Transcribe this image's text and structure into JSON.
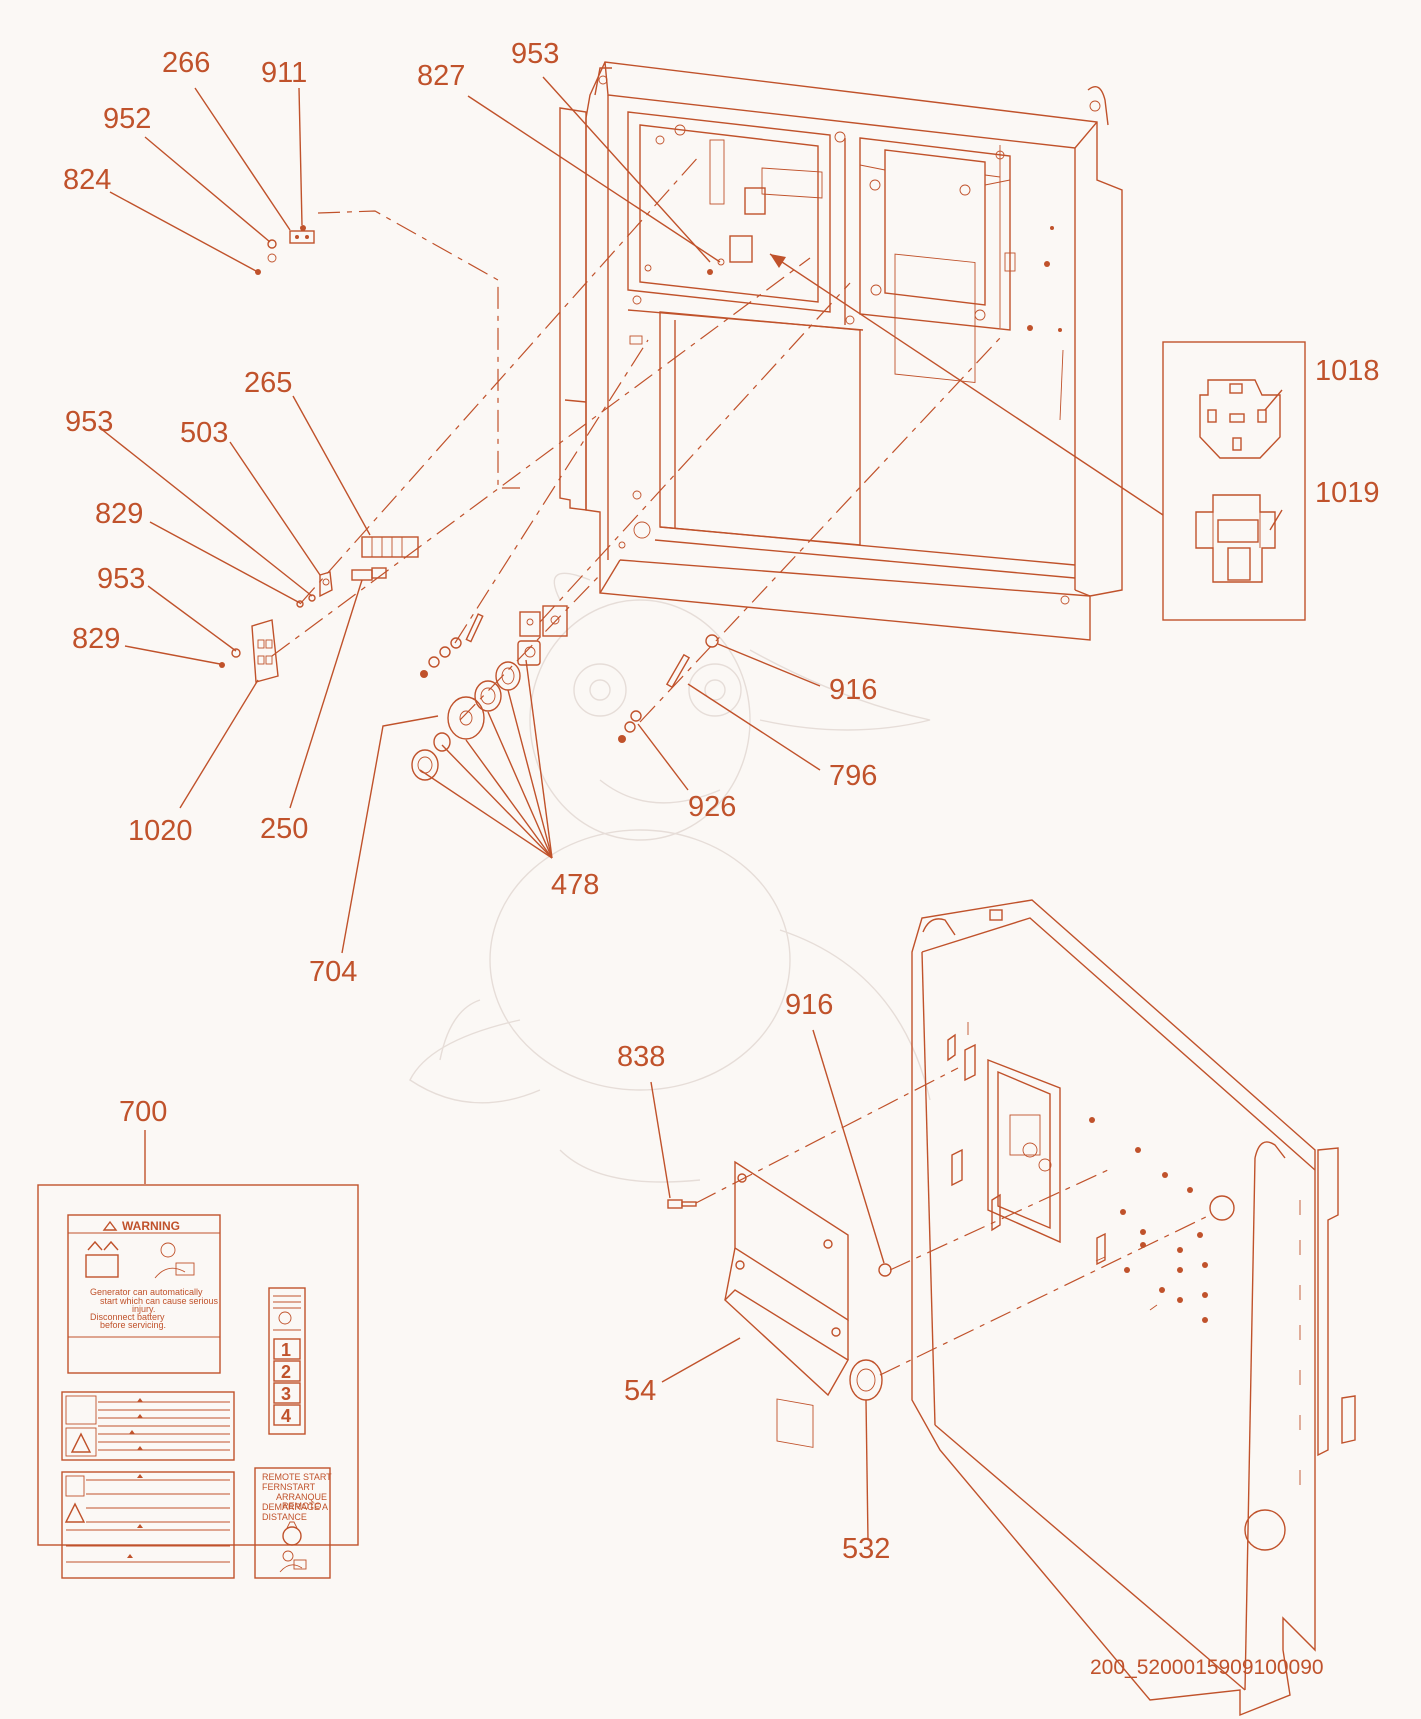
{
  "callouts": [
    {
      "id": "c266",
      "text": "266"
    },
    {
      "id": "c911",
      "text": "911"
    },
    {
      "id": "c952",
      "text": "952"
    },
    {
      "id": "c824",
      "text": "824"
    },
    {
      "id": "c827",
      "text": "827"
    },
    {
      "id": "c953a",
      "text": "953"
    },
    {
      "id": "c265",
      "text": "265"
    },
    {
      "id": "c953b",
      "text": "953"
    },
    {
      "id": "c503",
      "text": "503"
    },
    {
      "id": "c829a",
      "text": "829"
    },
    {
      "id": "c953c",
      "text": "953"
    },
    {
      "id": "c829b",
      "text": "829"
    },
    {
      "id": "c1020",
      "text": "1020"
    },
    {
      "id": "c250",
      "text": "250"
    },
    {
      "id": "c1018",
      "text": "1018"
    },
    {
      "id": "c1019",
      "text": "1019"
    },
    {
      "id": "c916a",
      "text": "916"
    },
    {
      "id": "c796",
      "text": "796"
    },
    {
      "id": "c926",
      "text": "926"
    },
    {
      "id": "c478",
      "text": "478"
    },
    {
      "id": "c704",
      "text": "704"
    },
    {
      "id": "c916b",
      "text": "916"
    },
    {
      "id": "c838",
      "text": "838"
    },
    {
      "id": "c700",
      "text": "700"
    },
    {
      "id": "c54",
      "text": "54"
    },
    {
      "id": "c532",
      "text": "532"
    }
  ],
  "decal_kit": {
    "warning_title": "WARNING",
    "warning_line1": "Generator can automatically",
    "warning_line2": "start which can cause serious",
    "warning_line3": "injury.",
    "warning_line4": "Disconnect battery",
    "warning_line5": "before servicing.",
    "step_numbers": [
      "1",
      "2",
      "3",
      "4"
    ],
    "remote_start_line1": "REMOTE START",
    "remote_start_line2": "FERNSTART",
    "remote_start_line3": "ARRANQUE",
    "remote_start_line4": "REMOTO",
    "remote_start_line5": "DEMARRAGE A",
    "remote_start_line6": "DISTANCE"
  },
  "drawing_code": "200_5200015909100090"
}
